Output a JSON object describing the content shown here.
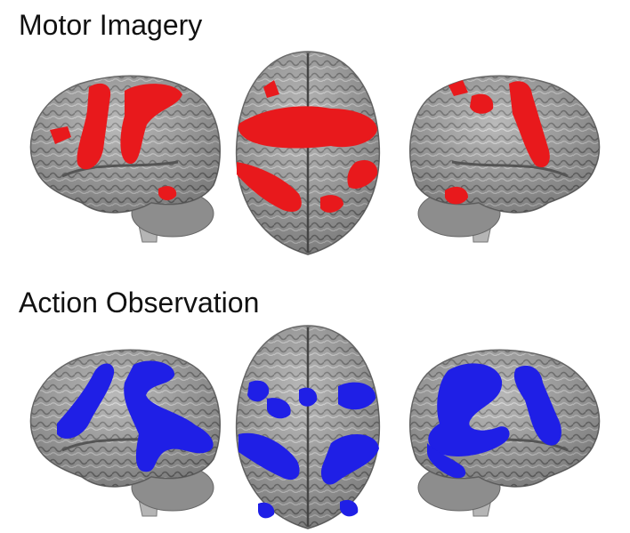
{
  "panels": [
    {
      "title": "Motor Imagery",
      "activation_color": "#e8191c",
      "views": [
        "left-lateral",
        "dorsal",
        "right-lateral"
      ]
    },
    {
      "title": "Action Observation",
      "activation_color": "#1f1fe6",
      "views": [
        "left-lateral",
        "dorsal",
        "right-lateral"
      ]
    }
  ],
  "colors": {
    "cortex": "#9a9a9a",
    "gyri_highlight": "#c6c6c6",
    "sulci": "#555555",
    "cerebellum": "#8d8d8d",
    "brainstem": "#b5b5b5"
  }
}
